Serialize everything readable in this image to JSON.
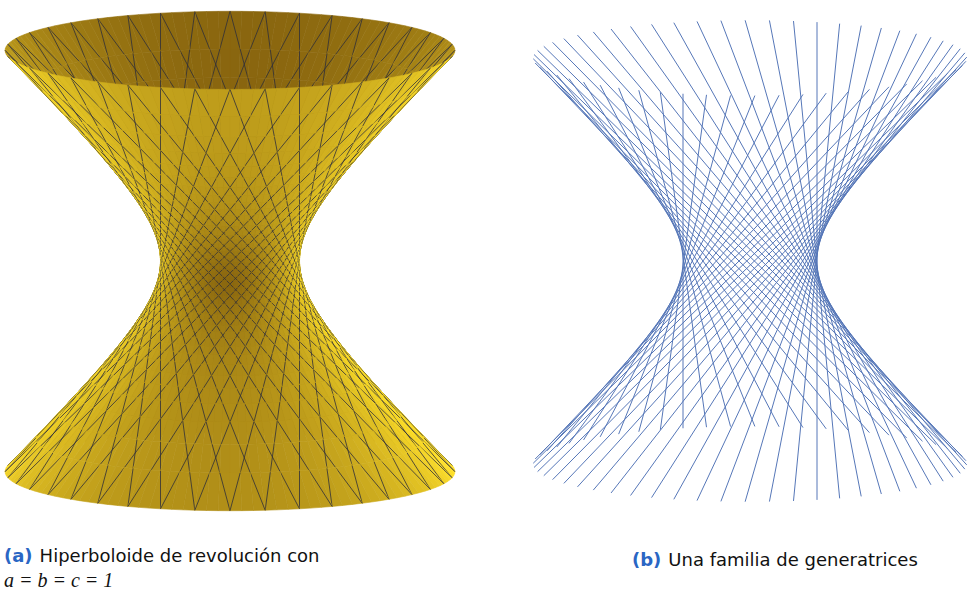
{
  "diagram": {
    "labels": [
      "(a)",
      "Hiperboloide de revolución con",
      "a = b = c = 1",
      "(b)",
      "Una familia de generatrices"
    ]
  }
}
